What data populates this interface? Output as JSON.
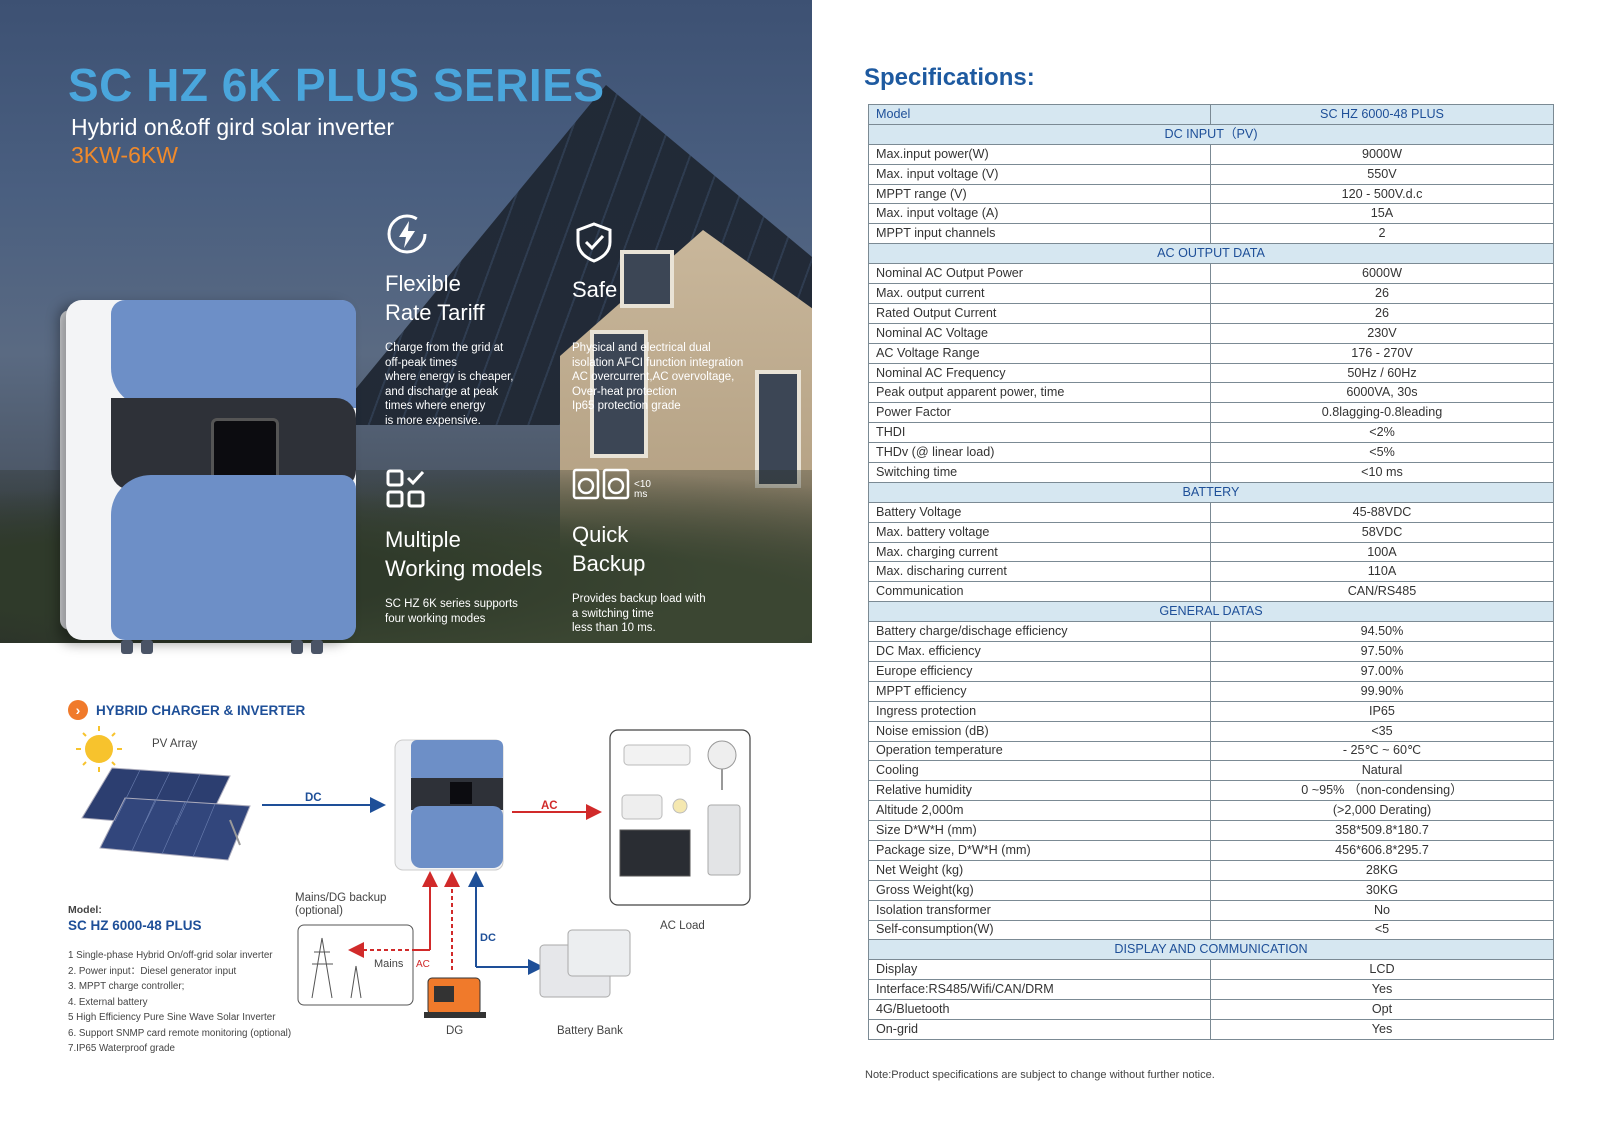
{
  "hero": {
    "title": "SC HZ 6K PLUS SERIES",
    "subtitle": "Hybrid on&off gird solar inverter",
    "range": "3KW-6KW"
  },
  "features": [
    {
      "icon": "lightning-icon",
      "title_lines": [
        "Flexible",
        "Rate Tariff"
      ],
      "desc_lines": [
        "Charge from the grid at",
        "off-peak times",
        "where energy is cheaper,",
        "and discharge at peak",
        "times where energy",
        "is more expensive."
      ]
    },
    {
      "icon": "shield-check-icon",
      "title_lines": [
        "Safe"
      ],
      "desc_lines": [
        "Physical and electrical dual",
        "isolation AFCI function integration",
        "AC overcurrent,AC overvoltage,",
        "Over-heat protection",
        "Ip65 protection grade"
      ]
    },
    {
      "icon": "modes-grid-icon",
      "title_lines": [
        "Multiple",
        "Working models"
      ],
      "desc_lines": [
        "SC HZ 6K series supports",
        "four working modes"
      ]
    },
    {
      "icon": "switch-timer-icon",
      "title_lines": [
        "Quick",
        "Backup"
      ],
      "icon_text": "<10 ms",
      "desc_lines": [
        "Provides backup load with",
        "a switching time",
        "less than 10 ms."
      ]
    }
  ],
  "diagram": {
    "section_title": "HYBRID CHARGER & INVERTER",
    "pv_array": "PV Array",
    "dc": "DC",
    "ac": "AC",
    "ac_load": "AC Load",
    "mains_dg_backup": "Mains/DG backup",
    "optional": "(optional)",
    "mains": "Mains",
    "ac_small": "AC",
    "dc_small": "DC",
    "dg": "DG",
    "battery_bank": "Battery Bank",
    "model_label": "Model:",
    "model_name": "SC HZ 6000-48 PLUS",
    "feature_list": [
      "1 Single-phase Hybrid On/off-grid solar inverter",
      "2. Power input：Diesel generator input",
      "3. MPPT charge controller;",
      "4. External battery",
      "5 High Efficiency Pure Sine Wave Solar Inverter",
      "6. Support SNMP card remote monitoring (optional)",
      "7.IP65 Waterproof grade"
    ]
  },
  "specs": {
    "title": "Specifications:",
    "header": [
      "Model",
      "SC HZ 6000-48 PLUS"
    ],
    "sections": [
      {
        "name": "DC INPUT（PV)",
        "rows": [
          [
            "Max.input power(W)",
            "9000W"
          ],
          [
            "Max. input voltage (V)",
            "550V"
          ],
          [
            "MPPT range (V)",
            "120 - 500V.d.c"
          ],
          [
            "Max. input voltage (A)",
            "15A"
          ],
          [
            "MPPT input channels",
            "2"
          ]
        ]
      },
      {
        "name": "AC OUTPUT DATA",
        "rows": [
          [
            "Nominal AC Output Power",
            "6000W"
          ],
          [
            "Max. output current",
            "26"
          ],
          [
            "Rated Output Current",
            "26"
          ],
          [
            "Nominal AC Voltage",
            "230V"
          ],
          [
            "AC Voltage Range",
            "176 - 270V"
          ],
          [
            "Nominal AC Frequency",
            "50Hz / 60Hz"
          ],
          [
            "Peak output apparent power, time",
            "6000VA, 30s"
          ],
          [
            "Power Factor",
            "0.8lagging-0.8leading"
          ],
          [
            "THDI",
            "<2%"
          ],
          [
            "THDv (@ linear load)",
            "<5%"
          ],
          [
            "Switching time",
            "<10 ms"
          ]
        ]
      },
      {
        "name": "BATTERY",
        "rows": [
          [
            "Battery Voltage",
            "45-88VDC"
          ],
          [
            "Max. battery voltage",
            "58VDC"
          ],
          [
            "Max. charging current",
            "100A"
          ],
          [
            "Max. discharing current",
            "110A"
          ],
          [
            "Communication",
            "CAN/RS485"
          ]
        ]
      },
      {
        "name": "GENERAL DATAS",
        "rows": [
          [
            "Battery charge/dischage efficiency",
            "94.50%"
          ],
          [
            "DC Max. efficiency",
            "97.50%"
          ],
          [
            "Europe efficiency",
            "97.00%"
          ],
          [
            "MPPT efficiency",
            "99.90%"
          ],
          [
            "Ingress protection",
            "IP65"
          ],
          [
            "Noise emission (dB)",
            "<35"
          ],
          [
            "Operation temperature",
            "- 25℃ ~ 60℃"
          ],
          [
            "Cooling",
            "Natural"
          ],
          [
            "Relative humidity",
            "0 ~95% （non-condensing）"
          ],
          [
            "Altitude 2,000m",
            "(>2,000 Derating)"
          ],
          [
            "Size D*W*H (mm)",
            "358*509.8*180.7"
          ],
          [
            "Package size, D*W*H (mm)",
            "456*606.8*295.7"
          ],
          [
            "Net Weight (kg)",
            "28KG"
          ],
          [
            "Gross Weight(kg)",
            "30KG"
          ],
          [
            "Isolation transformer",
            "No"
          ],
          [
            "Self-consumption(W)",
            "<5"
          ]
        ]
      },
      {
        "name": "DISPLAY AND COMMUNICATION",
        "rows": [
          [
            "Display",
            "LCD"
          ],
          [
            "Interface:RS485/Wifi/CAN/DRM",
            "Yes"
          ],
          [
            "4G/Bluetooth",
            "Opt"
          ],
          [
            "On-grid",
            "Yes"
          ]
        ]
      }
    ],
    "note": "Note:Product specifications are subject to change without further notice."
  },
  "colors": {
    "title_blue": "#4aa6dc",
    "brand_blue": "#1e4f98",
    "accent_orange": "#f08a2b",
    "table_header_bg": "#d6e7f1",
    "ac_red": "#d12a2a",
    "dc_blue": "#1e4f98"
  }
}
